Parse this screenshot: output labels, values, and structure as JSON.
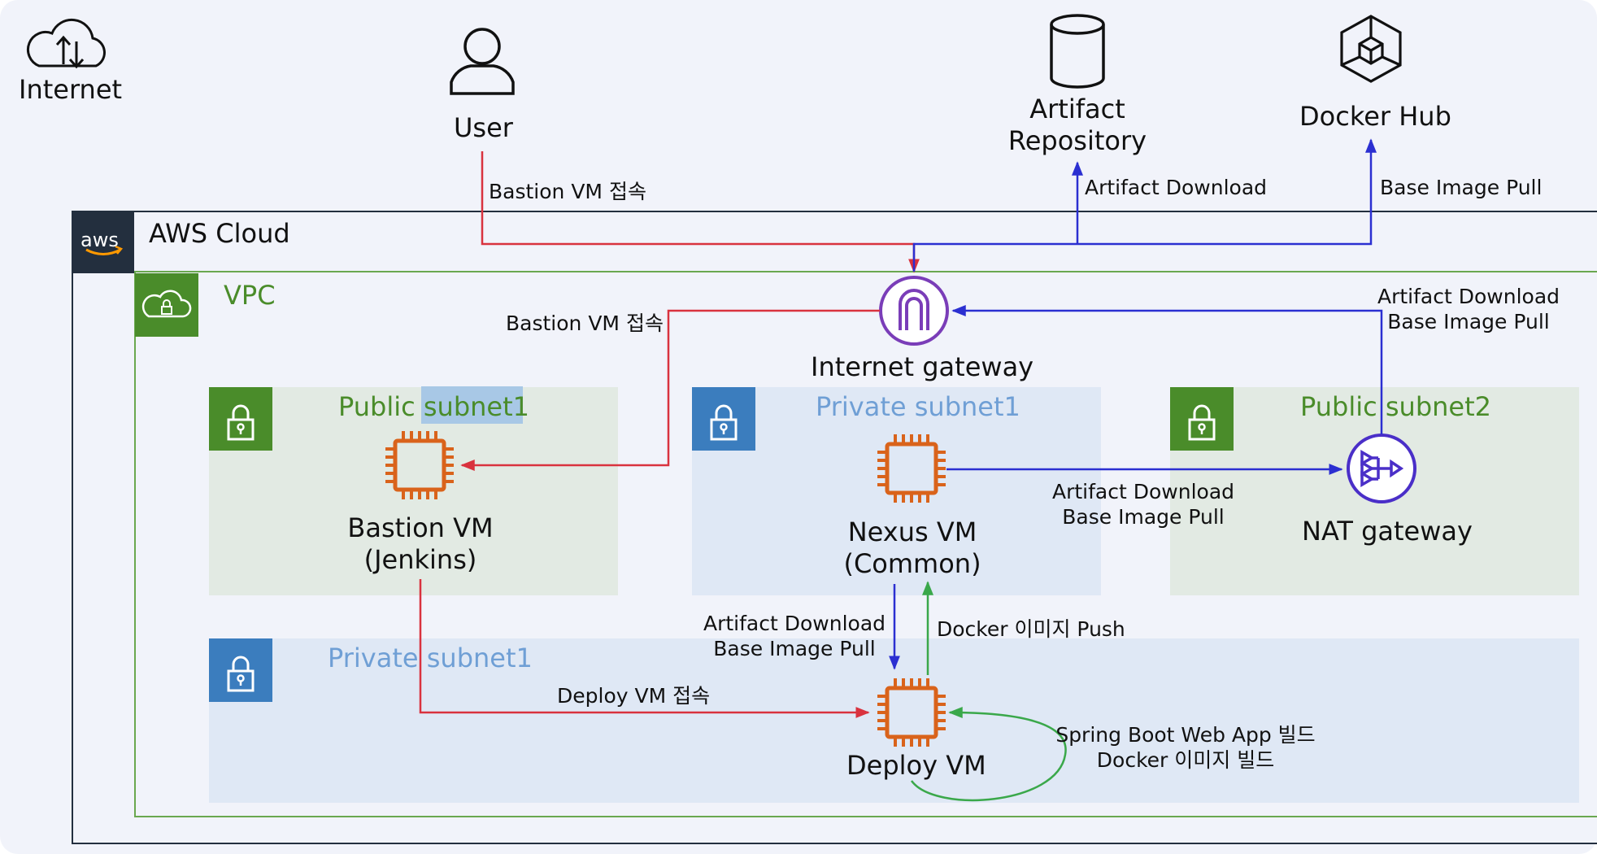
{
  "internet": {
    "label": "Internet",
    "icon": "cloud-upload-download-icon"
  },
  "user": {
    "label": "User",
    "icon": "user-icon"
  },
  "artifact_repository": {
    "label": "Artifact\nRepository",
    "icon": "cylinder-database-icon"
  },
  "docker_hub": {
    "label": "Docker Hub",
    "icon": "cube-icon"
  },
  "aws_cloud": {
    "label": "AWS Cloud",
    "logo_text": "aws",
    "header_color": "#232f3e"
  },
  "vpc": {
    "label": "VPC",
    "color": "#4a8c2a",
    "icon": "cloud-lock-icon"
  },
  "internet_gateway": {
    "label": "Internet gateway",
    "icon": "internet-gateway-icon",
    "color": "#7a3db8"
  },
  "nat_gateway": {
    "label": "NAT gateway",
    "icon": "nat-gateway-icon",
    "color": "#4a2fc8"
  },
  "subnets": {
    "public1": {
      "label": "Public subnet1",
      "label_part1": "Public ",
      "label_part2": "subnet1",
      "highlighted_part": "subnet1",
      "color": "#4a8c2a"
    },
    "private1_top": {
      "label": "Private subnet1",
      "color": "#6f9fd5"
    },
    "public2": {
      "label": "Public subnet2",
      "color": "#4a8c2a"
    },
    "private1_bottom": {
      "label": "Private subnet1",
      "color": "#6f9fd5"
    }
  },
  "vms": {
    "bastion": {
      "label": "Bastion VM\n(Jenkins)"
    },
    "nexus": {
      "label": "Nexus VM\n(Common)"
    },
    "deploy": {
      "label": "Deploy VM"
    }
  },
  "edges": {
    "user_bastion": "Bastion VM 접속",
    "artifact_download_top": "Artifact Download",
    "base_image_pull_top": "Base Image Pull",
    "igw_bastion": "Bastion VM 접속",
    "nat_igw": "Artifact Download\nBase Image Pull",
    "nexus_nat": "Artifact Download\nBase Image Pull",
    "nexus_deploy": "Artifact Download\nBase Image Pull",
    "deploy_nexus_push": "Docker 이미지 Push",
    "bastion_deploy": "Deploy VM 접속",
    "deploy_self": "Spring Boot Web App 빌드\nDocker 이미지 빌드"
  },
  "colors": {
    "red_edge": "#d9323e",
    "blue_edge": "#2b2fd1",
    "green_edge": "#3aa84a",
    "ec2_orange": "#d9631b",
    "public_subnet_bg": "#e2eae3",
    "private_subnet_bg": "#dfe8f5",
    "private_lock_bg": "#3b7dbe",
    "public_lock_bg": "#4a8c2a"
  }
}
